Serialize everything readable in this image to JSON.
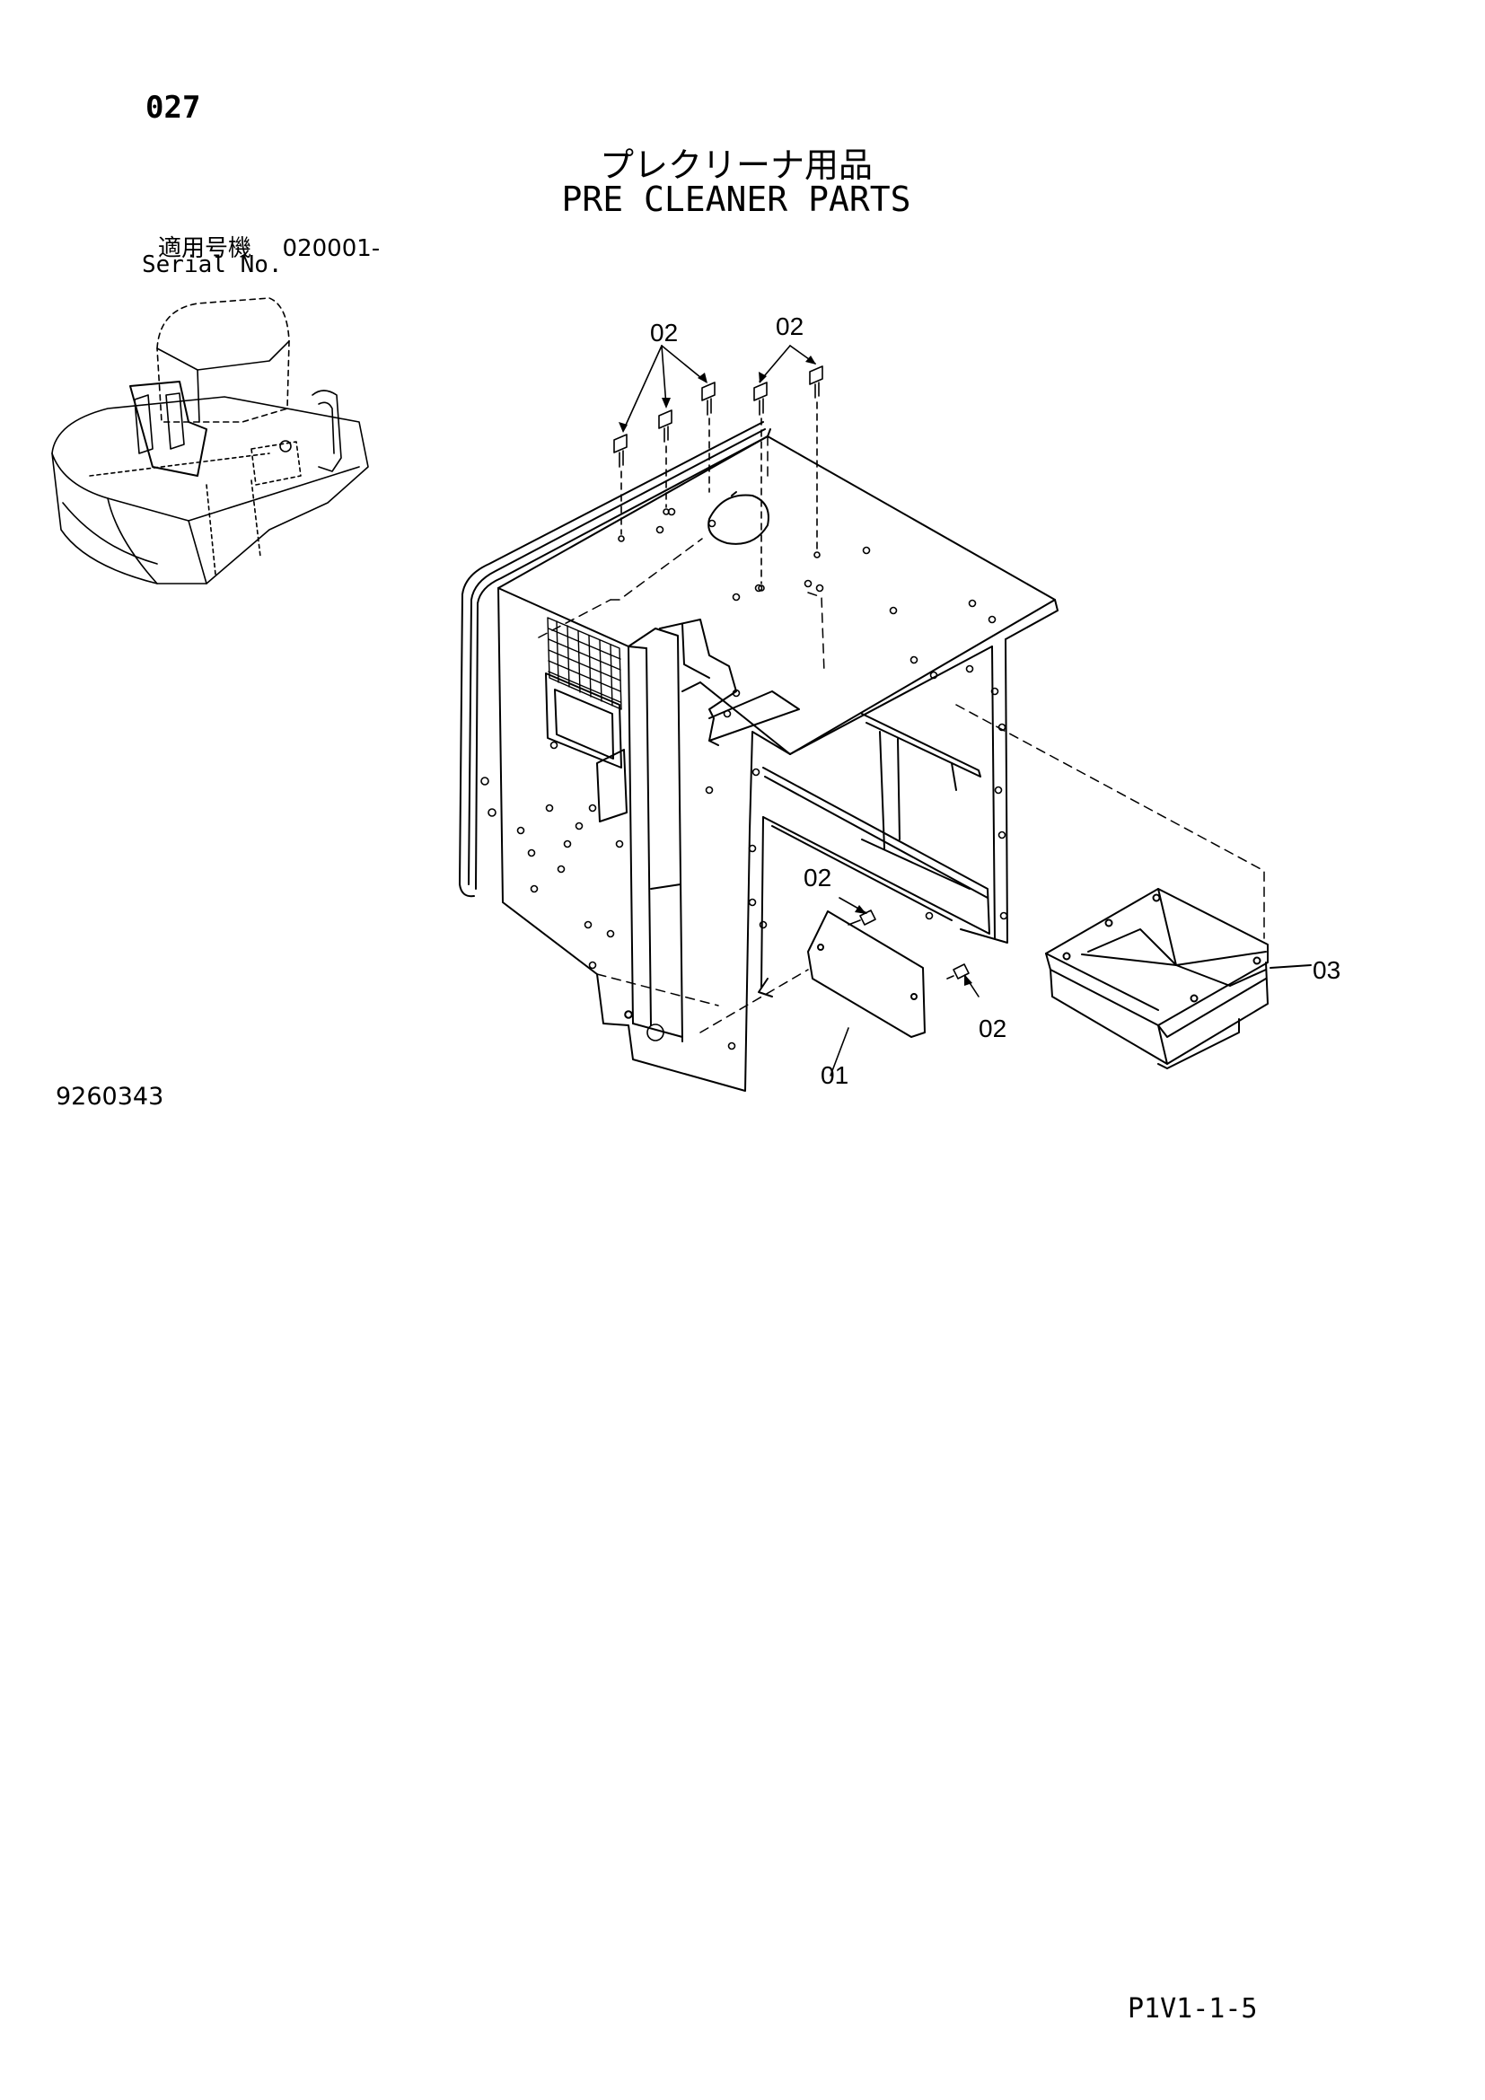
{
  "header": {
    "page_number": "027",
    "title_jp": "プレクリーナ用品",
    "title_en": "PRE CLEANER PARTS",
    "serial_label_jp": "適用号機",
    "serial_value": "020001-",
    "serial_label_en": "Serial No."
  },
  "callouts": {
    "top_left": "02",
    "top_right": "02",
    "mid_upper": "02",
    "mid_lower": "02",
    "panel": "01",
    "tray": "03"
  },
  "footer": {
    "drawing_id": "9260343",
    "page_code": "P1V1-1-5"
  }
}
